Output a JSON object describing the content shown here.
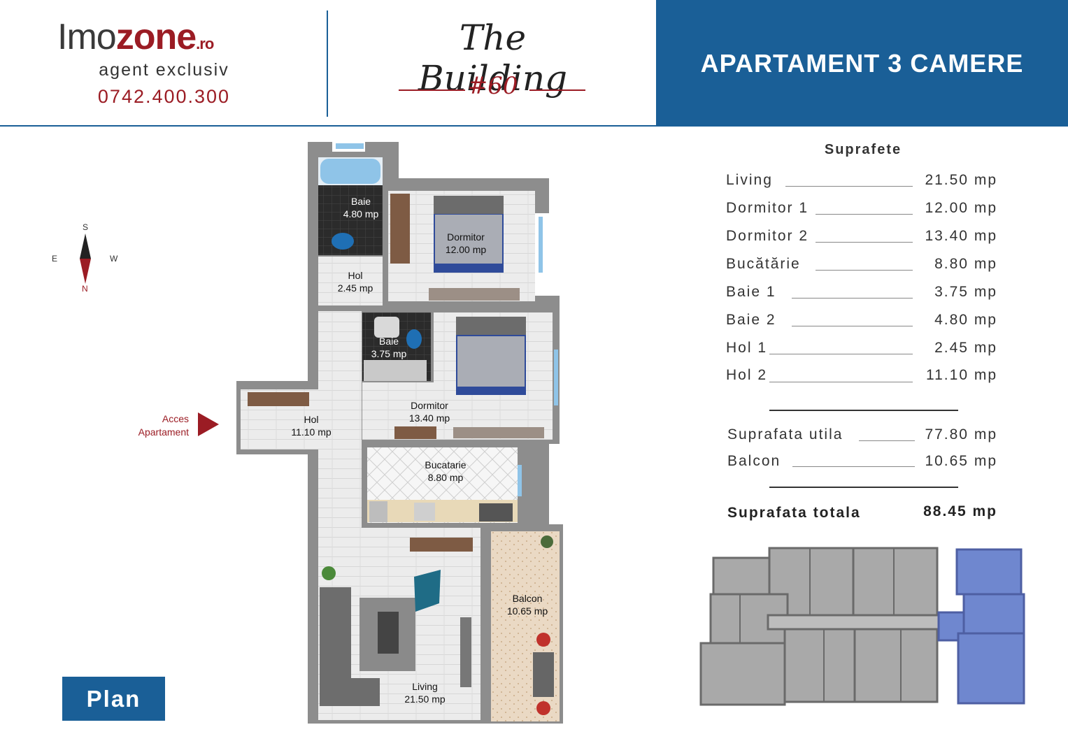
{
  "header": {
    "logo_main": "Imo",
    "logo_accent": "zone",
    "logo_tld": ".ro",
    "agent_text": "agent exclusiv",
    "phone": "0742.400.300",
    "building_title": "The Building",
    "building_number": "#60",
    "banner_title": "APARTAMENT 3 CAMERE"
  },
  "compass": {
    "n": "N",
    "s": "S",
    "e": "E",
    "w": "W"
  },
  "entrance": {
    "line1": "Acces",
    "line2": "Apartament"
  },
  "plan_rooms": {
    "baie2": {
      "name": "Baie",
      "area": "4.80 mp"
    },
    "dormitor1": {
      "name": "Dormitor",
      "area": "12.00 mp"
    },
    "hol1": {
      "name": "Hol",
      "area": "2.45 mp"
    },
    "baie1": {
      "name": "Baie",
      "area": "3.75 mp"
    },
    "dormitor2": {
      "name": "Dormitor",
      "area": "13.40 mp"
    },
    "hol2": {
      "name": "Hol",
      "area": "11.10 mp"
    },
    "bucatarie": {
      "name": "Bucatarie",
      "area": "8.80 mp"
    },
    "balcon": {
      "name": "Balcon",
      "area": "10.65 mp"
    },
    "living": {
      "name": "Living",
      "area": "21.50 mp"
    }
  },
  "plan_button": "Plan",
  "surfaces": {
    "title": "Suprafete",
    "rows": [
      {
        "name": "Living",
        "value": "21.50 mp"
      },
      {
        "name": "Dormitor 1",
        "value": "12.00 mp"
      },
      {
        "name": "Dormitor 2",
        "value": "13.40 mp"
      },
      {
        "name": "Bucătărie",
        "value": "8.80 mp"
      },
      {
        "name": "Baie 1",
        "value": "3.75 mp"
      },
      {
        "name": "Baie 2",
        "value": "4.80 mp"
      },
      {
        "name": "Hol 1",
        "value": "2.45 mp"
      },
      {
        "name": "Hol 2",
        "value": "11.10 mp"
      }
    ],
    "util_name": "Suprafata utila",
    "util_value": "77.80 mp",
    "balcon_name": "Balcon",
    "balcon_value": "10.65 mp",
    "total_name": "Suprafata totala",
    "total_value": "88.45 mp"
  },
  "colors": {
    "brand_blue": "#1a5f97",
    "brand_red": "#9b1c24",
    "highlight": "#6f87cf"
  }
}
